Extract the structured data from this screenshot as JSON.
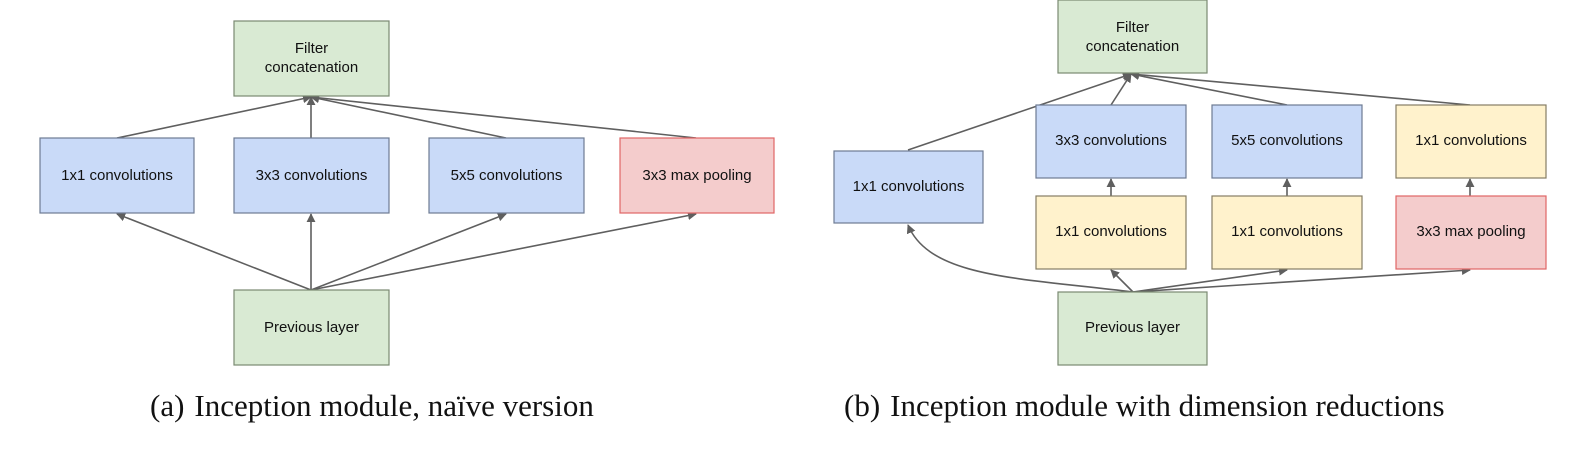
{
  "diagram_a": {
    "caption_tag": "(a)",
    "caption_text": "Inception module, naïve version",
    "filter_concat_line1": "Filter",
    "filter_concat_line2": "concatenation",
    "conv1x1": "1x1 convolutions",
    "conv3x3": "3x3 convolutions",
    "conv5x5": "5x5 convolutions",
    "maxpool": "3x3 max pooling",
    "previous_layer": "Previous layer"
  },
  "diagram_b": {
    "caption_tag": "(b)",
    "caption_text": "Inception module with dimension reductions",
    "filter_concat_line1": "Filter",
    "filter_concat_line2": "concatenation",
    "conv1x1_direct": "1x1 convolutions",
    "conv3x3": "3x3 convolutions",
    "conv5x5": "5x5 convolutions",
    "conv1x1_after_pool": "1x1 convolutions",
    "reduce_before_3x3": "1x1 convolutions",
    "reduce_before_5x5": "1x1 convolutions",
    "maxpool": "3x3 max pooling",
    "previous_layer": "Previous layer"
  },
  "colors": {
    "input_output": "#d9ead3",
    "convolution": "#c9daf8",
    "reduction": "#fff2cc",
    "pooling": "#f4cccc",
    "pooling_border": "#e06666",
    "arrow": "#5f5f5f"
  }
}
